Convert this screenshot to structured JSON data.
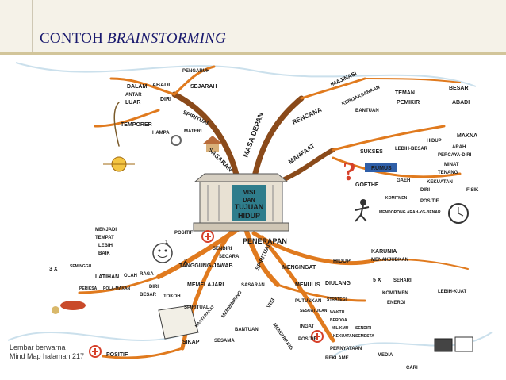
{
  "title": {
    "normal": "CONTOH ",
    "italic": "BRAINSTORMING"
  },
  "center": {
    "line1": "VISI",
    "line2": "DAN",
    "line3": "TUJUAN",
    "line4": "HIDUP"
  },
  "branches": {
    "masa_depan": "MASA DEPAN",
    "sasaran": "SASARAN",
    "spiritual": "SPIRITUAL",
    "abadi": "ABADI",
    "pengaruh": "PENGARUH",
    "dalam": "DALAM",
    "antar": "ANTAR",
    "luar": "LUAR",
    "diri": "DIRI",
    "sejarah": "SEJARAH",
    "temporer": "TEMPORER",
    "hampa": "HAMPA",
    "materi": "MATERI",
    "rencana": "RENCANA",
    "imajinasi": "IMAJINASI",
    "kebijaksanaan": "KEBIJAKSANAAN",
    "bantuan": "BANTUAN",
    "teman": "TEMAN",
    "pemikir": "PEMIKIR",
    "besar": "BESAR",
    "abadi2": "ABADI",
    "manfaat": "MANFAAT",
    "sukses": "SUKSES",
    "lebih_besar": "LEBIH-BESAR",
    "hidup": "HIDUP",
    "makna": "MAKNA",
    "arah": "ARAH",
    "percaya_diri": "PERCAYA-DIRI",
    "minat": "MINAT",
    "tenang": "TENANG",
    "rumus": "RUMUS",
    "gaeh": "GAEH",
    "fisik": "FISIK",
    "keuatan": "KEKUATAN",
    "goethe": "GOETHE",
    "komitmen": "KOMITMEN",
    "diri2": "DIRI",
    "positif": "POSITIF",
    "mendorong": "MENDORONG ARAH-YG-BENAR",
    "penerapan": "PENERAPAN",
    "positif2": "POSITIF",
    "menjadi": "MENJADI",
    "tempat": "TEMPAT",
    "lebih": "LEBIH",
    "baik": "BAIK",
    "tanggung": "TANGGUNG-JAWAB",
    "sendiri": "SENDIRI",
    "secara": "SECARA",
    "spiritual2": "SPIRITUAL",
    "mengingat": "MENGINGAT",
    "hidup2": "HIDUP",
    "karunia": "KARUNIA",
    "menakjubkan": "MENAKJUBKAN",
    "menulis": "MENULIS",
    "diulang": "DIULANG",
    "five_x": "5 X",
    "sehari": "SEHARI",
    "komitmen2": "KOMITMEN",
    "energi": "ENERGI",
    "lebih_kuat": "LEBIH-KUAT",
    "putuskan": "PUTUSKAN",
    "strategi": "STRATEGI",
    "sesuatukan": "SESUATUKAN",
    "waktu": "WAKTU",
    "berdoa": "BERDOA",
    "ingat": "INGAT",
    "milikmu": "MILIKMU",
    "sendiri2": "SENDIRI",
    "kekuatan": "KEKUATAN",
    "semesta": "SEMESTA",
    "visi": "VISI",
    "mendukung": "MENDUKUNG",
    "positif3": "POSITIF",
    "pernyataan": "PERNYATAAN",
    "media": "MEDIA",
    "reklame": "REKLAME",
    "cari": "CARI",
    "sasaran2": "SASARAN",
    "memelajari": "MEMELAJARI",
    "membimbing": "MEMBIMBING",
    "masyarakat": "MASYARAKAT",
    "sesama": "SESAMA",
    "bantuan2": "BANTUAN",
    "besar2": "BESAR",
    "tokoh": "TOKOH",
    "spiritual3": "SPIRITUAL",
    "sikap": "SIKAP",
    "positif4": "POSITIF",
    "three_x": "3 X",
    "seminggu": "SEMINGGU",
    "latihan": "LATIHAN",
    "olah": "OLAH",
    "raga": "RAGA",
    "diri3": "DIRI",
    "periksa": "PERIKSA",
    "pola_makan": "POLA-MAKAN",
    "num1": "1",
    "num2": "2"
  },
  "footnote": {
    "line1": "Lembar berwarna",
    "line2": "Mind Map halaman 217"
  },
  "colors": {
    "branch": "#e07a1e",
    "trunk": "#8a4a1a",
    "title": "#1a1a6e",
    "center_bg": "#2f7d8c"
  }
}
